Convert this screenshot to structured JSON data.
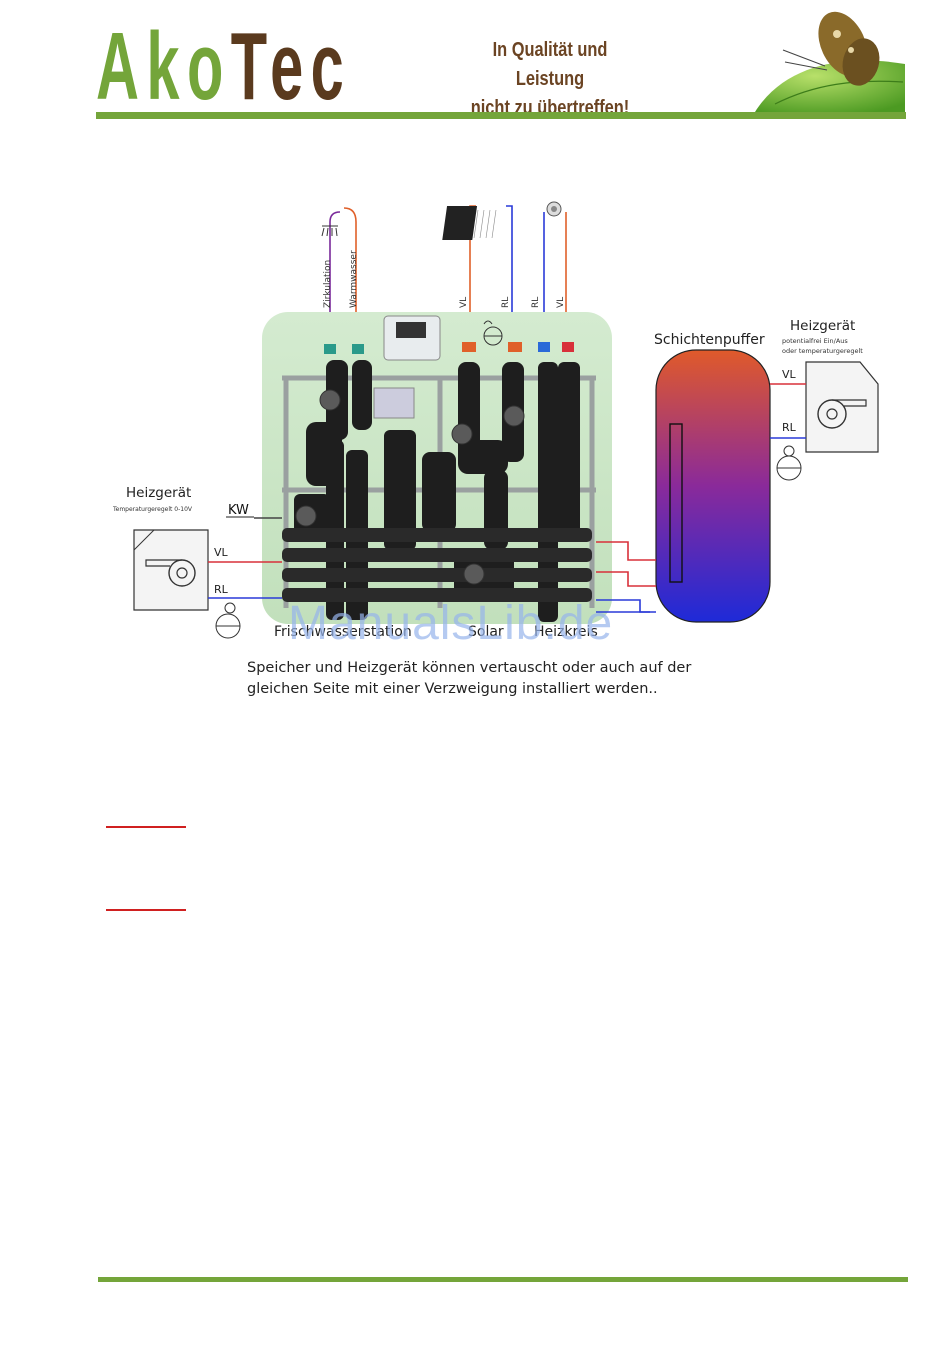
{
  "header": {
    "logo_part1": "Ako",
    "logo_part2": "Tec",
    "slogan_line1": "In Qualität und Leistung",
    "slogan_line2": "nicht zu übertreffen!"
  },
  "diagram": {
    "heizgeraet_left_title": "Heizgerät",
    "heizgeraet_left_sub": "Temperaturgeregelt 0-10V",
    "kw": "KW",
    "vl": "VL",
    "rl": "RL",
    "zirkulation": "Zirkulation",
    "warmwasser": "Warmwasser",
    "schichtenpuffer": "Schichtenpuffer",
    "heizgeraet_right_title": "Heizgerät",
    "heizgeraet_right_sub1": "potentialfrei Ein/Aus",
    "heizgeraet_right_sub2": "oder temperaturgeregelt",
    "label_frischwasserstation": "Frischwasserstation",
    "label_solar": "Solar",
    "label_heizkreis": "Heizkreis",
    "caption_line1": "Speicher und Heizgerät können vertauscht oder auch auf der",
    "caption_line2": "gleichen Seite mit einer Verzweigung installiert werden.."
  },
  "watermark": "ManualsLib.de",
  "colors": {
    "brand_green": "#74a53a",
    "brand_brown": "#5a3a1e",
    "accent_red": "#d02020"
  }
}
